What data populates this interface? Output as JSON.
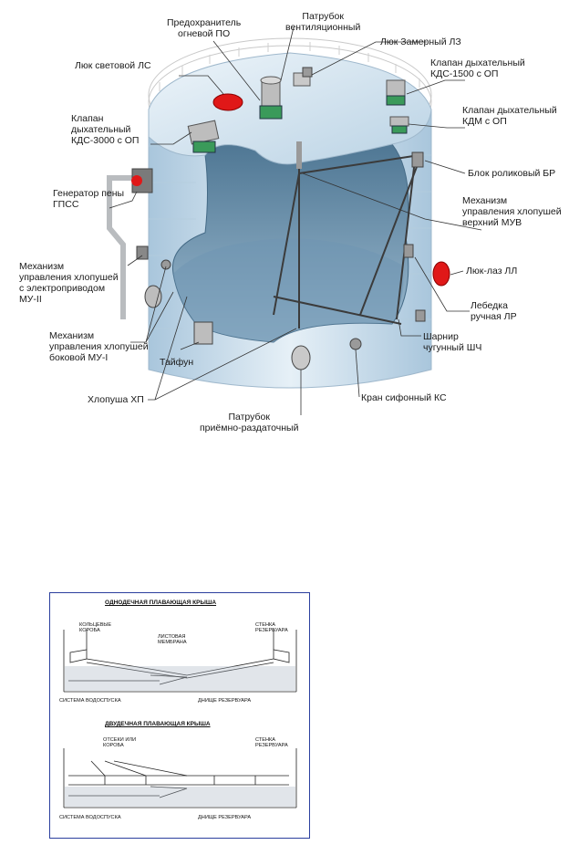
{
  "tank_diagram": {
    "labels": {
      "ls": "Люк световой ЛС",
      "po": "Предохранитель\nогневой ПО",
      "vent": "Патрубок\nвентиляционный",
      "lz": "Люк Замерный ЛЗ",
      "kds1500": "Клапан дыхательный\nКДС-1500 с ОП",
      "kdm": "Клапан дыхательный\nКДМ с ОП",
      "kds3000": "Клапан\nдыхательный\nКДС-3000 с ОП",
      "br": "Блок роликовый БР",
      "gpss": "Генератор пены\nГПСС",
      "muv": "Механизм\nуправления хлопушей\nверхний МУВ",
      "mu2": "Механизм\nуправления хлопушей\nс электроприводом\nМУ-II",
      "ll": "Люк-лаз ЛЛ",
      "lr": "Лебедка\nручная ЛР",
      "mu1": "Механизм\nуправления хлопушей\nбоковой МУ-I",
      "shch": "Шарнир\nчугунный ШЧ",
      "typhoon": "Тайфун",
      "hp": "Хлопуша ХП",
      "ks": "Кран сифонный КС",
      "priem": "Патрубок\nприёмно-раздаточный"
    }
  },
  "roof_panel": {
    "single_title": "ОДНОДЕЧНАЯ ПЛАВАЮЩАЯ КРЫША",
    "single_ring": "КОЛЬЦЕВЫЕ\nКОРОБА",
    "single_membrane": "ЛИСТОВАЯ\nМЕМБРАНА",
    "single_wall": "СТЕНКА\nРЕЗЕРВУАРА",
    "single_drain": "СИСТЕМА ВОДОСПУСКА",
    "single_bottom": "ДНИЩЕ РЕЗЕРВУАРА",
    "double_title": "ДВУДЕЧНАЯ ПЛАВАЮЩАЯ КРЫША",
    "double_comp": "ОТСЕКИ ИЛИ\nКОРОБА",
    "double_wall": "СТЕНКА\nРЕЗЕРВУАРА",
    "double_drain": "СИСТЕМА ВОДОСПУСКА",
    "double_bottom": "ДНИЩЕ РЕЗЕРВУАРА"
  },
  "colors": {
    "tank_outer": "#c7dcec",
    "tank_inner": "#7ea3bd",
    "panel_border": "#2b3f9e",
    "red_hatch": "#e01818"
  }
}
